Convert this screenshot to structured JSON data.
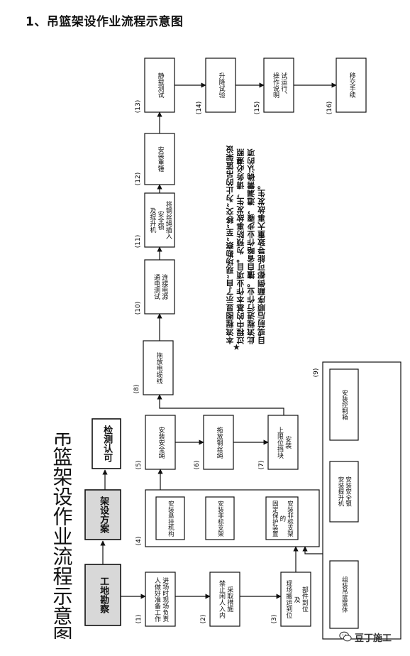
{
  "heading": "1、吊篮架设作业流程示意图",
  "rotated_title": "吊篮架设作业流程示意图",
  "note": "本流程图显示了自“现场勘察”至“移交”为止的吊篮架设过程中的基本作业项目。为预防事故发生，请务必遵照此流程进行作业。擅自省略作业步骤，遗漏需确认的项目或前后顺序颠倒都可能导致重大事故发生。",
  "watermark": "豆丁施工",
  "top_boxes": [
    {
      "id": "survey",
      "label": "工地勘察"
    },
    {
      "id": "plan",
      "label": "架设方案"
    },
    {
      "id": "inspect",
      "label": "检测认可"
    }
  ],
  "steps": [
    {
      "num": "(1)",
      "lines": [
        "进场时现场负责",
        "人做好准备工作"
      ]
    },
    {
      "num": "(2)",
      "lines": [
        "采取措施",
        "禁止闲人入内"
      ]
    },
    {
      "num": "(3)",
      "lines": [
        "部件到位",
        "及",
        "现场搬运到位"
      ]
    },
    {
      "num": "(4)",
      "lines": []
    },
    {
      "num": "(5)",
      "lines": [
        "安装安全绳"
      ]
    },
    {
      "num": "(6)",
      "lines": [
        "拖放钢丝绳"
      ]
    },
    {
      "num": "(7)",
      "lines": [
        "安装",
        "上限位挡块"
      ]
    },
    {
      "num": "(8)",
      "lines": [
        "拖放电缆线"
      ]
    },
    {
      "num": "(9)",
      "lines": []
    },
    {
      "num": "(10)",
      "lines": [
        "连接电源",
        "通电测试"
      ]
    },
    {
      "num": "(11)",
      "lines": [
        "将钢丝绳插入",
        "安全锁",
        "及提升机"
      ]
    },
    {
      "num": "(12)",
      "lines": [
        "安装重锤"
      ]
    },
    {
      "num": "(13)",
      "lines": [
        "静载测试"
      ]
    },
    {
      "num": "(14)",
      "lines": [
        "升降试验"
      ]
    },
    {
      "num": "(15)",
      "lines": [
        "试运行、",
        "操作说明"
      ]
    },
    {
      "num": "(16)",
      "lines": [
        "移交手续"
      ]
    }
  ],
  "group4": [
    {
      "lines": [
        "安装悬挂机构"
      ]
    },
    {
      "lines": [
        "安装非标支架"
      ]
    },
    {
      "lines": [
        "安装非标支架",
        "的",
        "固定保护装置"
      ]
    }
  ],
  "group9": [
    {
      "lines": [
        "组装吊篮篮体"
      ]
    },
    {
      "lines": [
        "安装安全锁",
        "安装提升机"
      ]
    },
    {
      "lines": [
        "安装控制箱"
      ]
    }
  ]
}
